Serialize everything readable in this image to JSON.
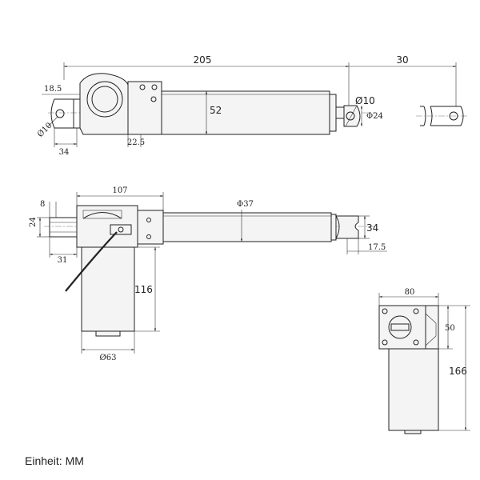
{
  "dimensions": {
    "stroke_length": "205",
    "stroke_extra": "30",
    "rear_offset": "18.5",
    "rear_hole": "Ø10",
    "rear_width": "34",
    "rear_to_body": "22.5",
    "tube_height": "52",
    "front_hole": "Ø10",
    "front_eye": "Φ24",
    "motor_length": "107",
    "rod_diameter": "Φ37",
    "rear_slot": "8",
    "rear_height": "24",
    "rear_depth": "31",
    "front_height": "34",
    "front_depth": "17.5",
    "motor_height": "116",
    "motor_diameter": "Ø63",
    "end_width": "80",
    "end_height": "50",
    "total_height": "166"
  },
  "unit_label": "Einheit: MM"
}
